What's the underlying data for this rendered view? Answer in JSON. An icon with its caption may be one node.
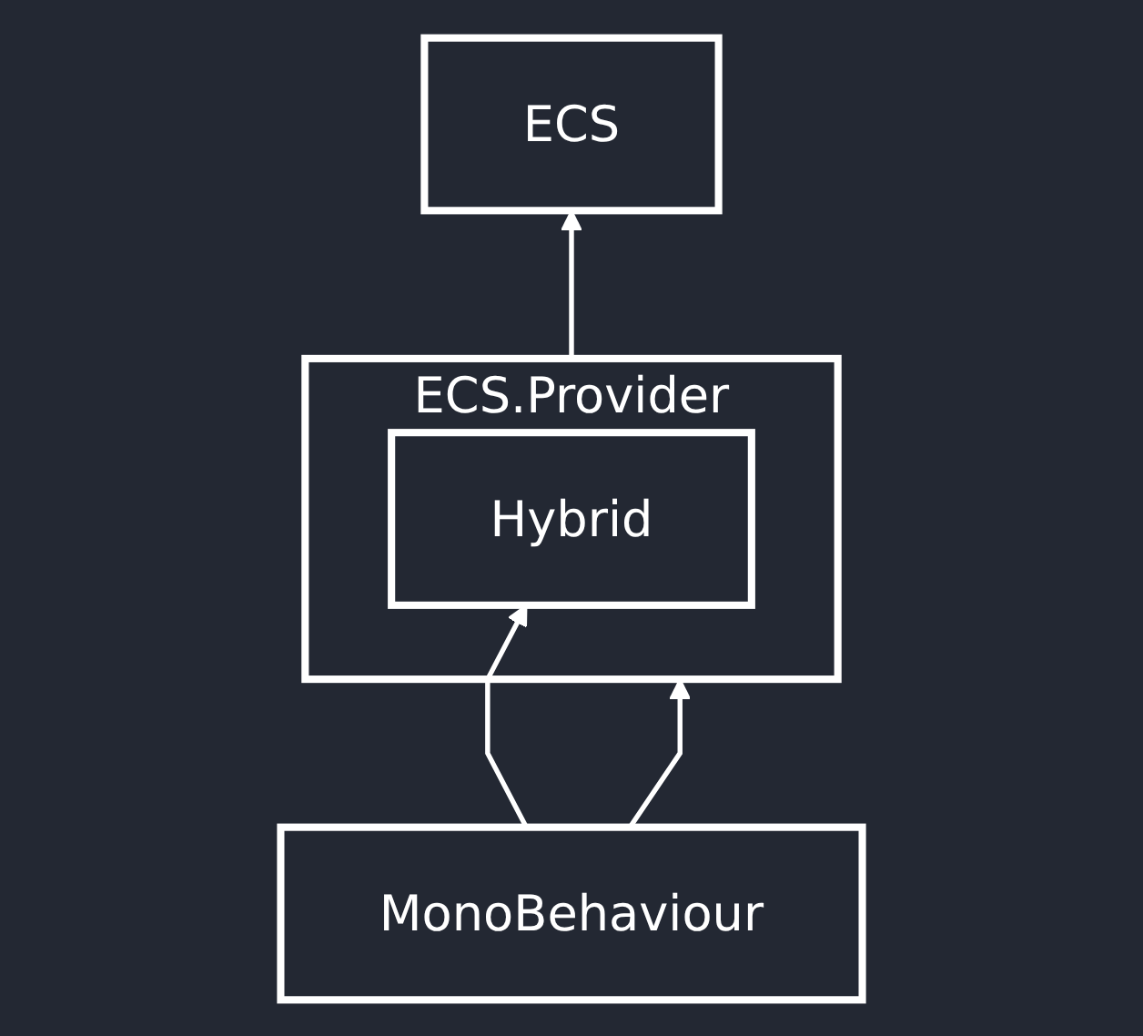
{
  "diagram": {
    "nodes": [
      {
        "text": [
          "ECS"
        ]
      },
      {
        "text": [
          "ECS.Provider"
        ]
      },
      {
        "text": [
          "Hybrid"
        ],
        "in": 1
      },
      {
        "text": [
          "MonoBehaviour"
        ]
      }
    ],
    "edges": [
      {
        "from": 1,
        "to": 0,
        "arrow": "to"
      },
      {
        "from": 3,
        "to": 1,
        "arrow": "to"
      },
      {
        "from": 3,
        "to": 2,
        "arrow": "to"
      }
    ]
  }
}
